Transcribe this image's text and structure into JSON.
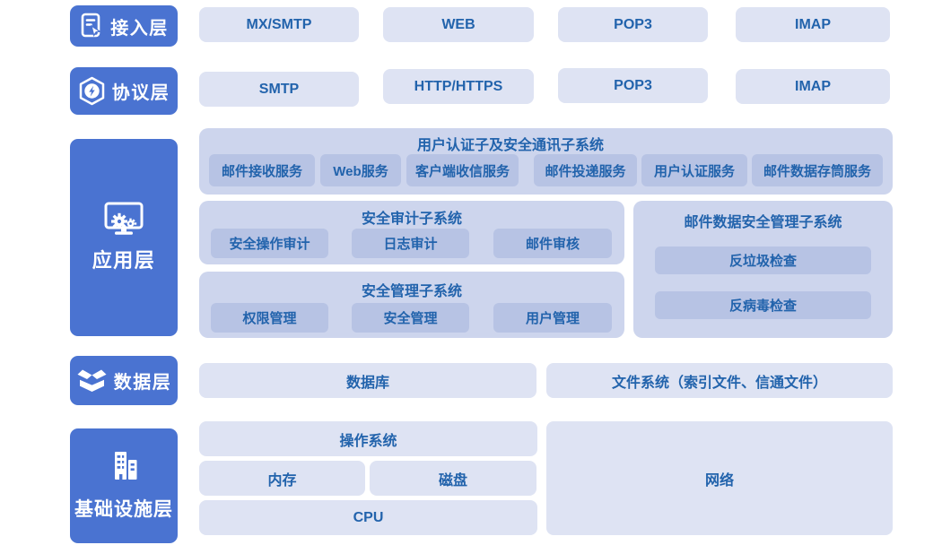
{
  "layers": {
    "access": "接入层",
    "protocol": "协议层",
    "application": "应用层",
    "data": "数据层",
    "infrastructure": "基础设施层"
  },
  "access_row": {
    "items": [
      "MX/SMTP",
      "WEB",
      "POP3",
      "IMAP"
    ]
  },
  "protocol_row": {
    "items": [
      "SMTP",
      "HTTP/HTTPS",
      "POP3",
      "IMAP"
    ]
  },
  "application_layer": {
    "comm_group": {
      "title": "用户认证子及安全通讯子系统",
      "items": [
        "邮件接收服务",
        "Web服务",
        "客户端收信服务",
        "邮件投递服务",
        "用户认证服务",
        "邮件数据存筒服务"
      ]
    },
    "audit_group": {
      "title": "安全审计子系统",
      "items": [
        "安全操作审计",
        "日志审计",
        "邮件审核"
      ]
    },
    "mgmt_group": {
      "title": "安全管理子系统",
      "items": [
        "权限管理",
        "安全管理",
        "用户管理"
      ]
    },
    "mailsec_group": {
      "title": "邮件数据安全管理子系统",
      "items": [
        "反垃圾检查",
        "反病毒检查"
      ]
    }
  },
  "data_row": {
    "database": "数据库",
    "filesystem": "文件系统（索引文件、信通文件）"
  },
  "infrastructure_row": {
    "os": "操作系统",
    "memory": "内存",
    "disk": "磁盘",
    "cpu": "CPU",
    "network": "网络"
  },
  "colors": {
    "badge_blue": "#4a73d1",
    "box_light": "#dee3f3",
    "group_bg": "#cdd5ed",
    "chip_bg": "#b7c3e4",
    "text_blue": "#2263ac"
  }
}
